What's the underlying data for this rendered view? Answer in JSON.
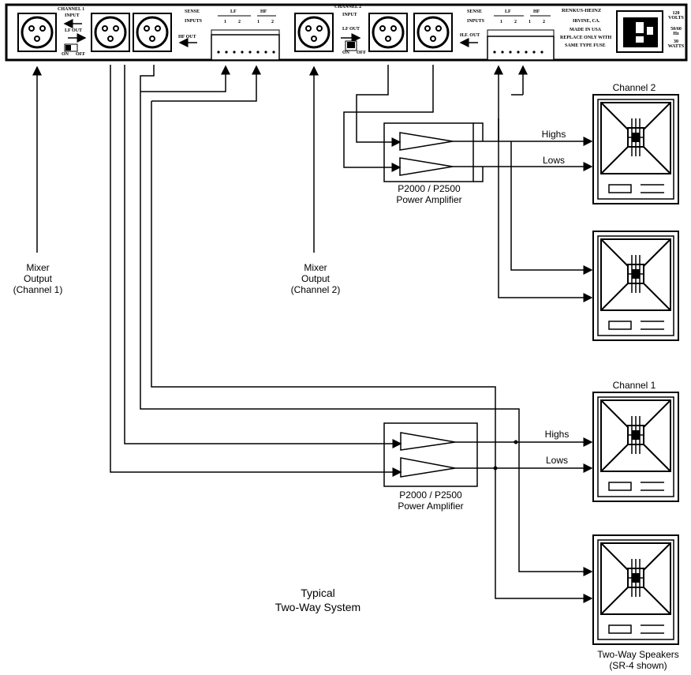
{
  "panel": {
    "ch1_input": "CHANNEL 1",
    "ch1_input2": "INPUT",
    "ch1_lf_out": "LF OUT",
    "ch1_hf_out": "HF OUT",
    "ch2_input": "CHANNEL 2",
    "ch2_input2": "INPUT",
    "ch2_lf_out": "LF OUT",
    "ch2_hf_out": "H.F. OUT",
    "sense": "SENSE",
    "inputs": "INPUTS",
    "lf": "LF",
    "hf": "HF",
    "n1": "1",
    "n2": "2",
    "on": "ON",
    "off": "OFF",
    "brand": "RENKUS-HEINZ",
    "city": "IRVINE, CA.",
    "made": "MADE IN USA",
    "replace": "REPLACE ONLY WITH",
    "fuse": "SAME TYPE FUSE",
    "volts": "120 VOLTS",
    "hz": "50/60 Hz",
    "watts": "30 WATTS"
  },
  "labels": {
    "mixer1": "Mixer\nOutput\n(Channel 1)",
    "mixer2": "Mixer\nOutput\n(Channel 2)",
    "amp_top": "P2000 / P2500\nPower Amplifier",
    "amp_bottom": "P2000 / P2500\nPower Amplifier",
    "channel2": "Channel 2",
    "channel1": "Channel 1",
    "highs_top": "Highs",
    "lows_top": "Lows",
    "highs_bottom": "Highs",
    "lows_bottom": "Lows",
    "system": "Typical\nTwo-Way System",
    "speakers": "Two-Way Speakers\n(SR-4 shown)"
  }
}
